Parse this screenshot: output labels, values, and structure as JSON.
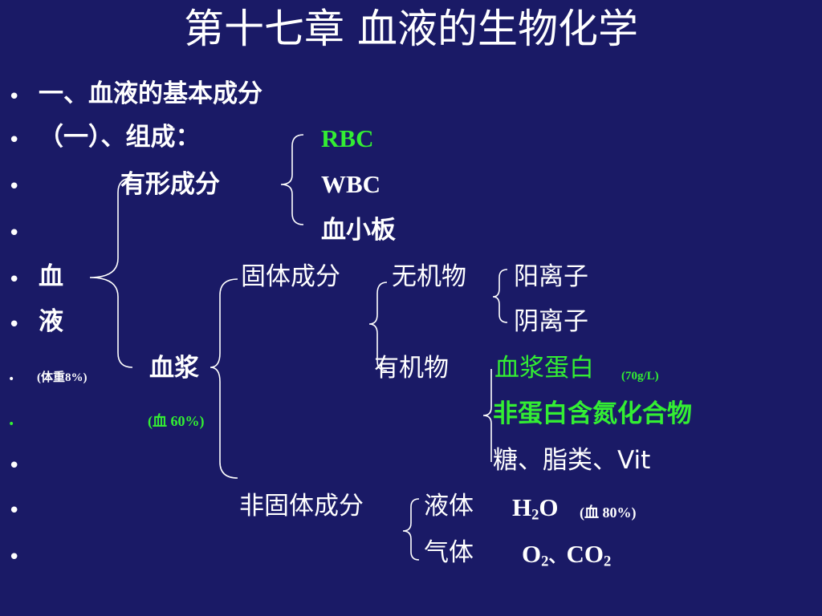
{
  "title": "第十七章 血液的生物化学",
  "bullet_char": "•",
  "lines": {
    "h1": "一、血液的基本成分",
    "h2": "（一）、组成：",
    "formed": "有形成分",
    "rbc": "RBC",
    "wbc": "WBC",
    "platelet": "血小板",
    "blood_1": "血",
    "blood_2": "液",
    "blood_weight": "(体重8%)",
    "solid": "固体成分",
    "inorganic": "无机物",
    "cation": "阳离子",
    "anion": "阴离子",
    "plasma": "血浆",
    "plasma_pct": "(血 60%)",
    "organic": "有机物",
    "plasma_protein": "血浆蛋白",
    "plasma_protein_conc": "(70g/L)",
    "npn": "非蛋白含氮化合物",
    "sugar": "糖、脂类、Vit",
    "nonsolid": "非固体成分",
    "liquid": "液体",
    "water_h": "H",
    "water_sub": "2",
    "water_o": "O",
    "water_pct": "(血 80%)",
    "gas": "气体",
    "o2": "O",
    "o2_sub": "2",
    "sep": "、",
    "co2": "CO",
    "co2_sub": "2"
  },
  "colors": {
    "background": "#1a1a66",
    "text": "#ffffff",
    "highlight": "#33ee33"
  }
}
